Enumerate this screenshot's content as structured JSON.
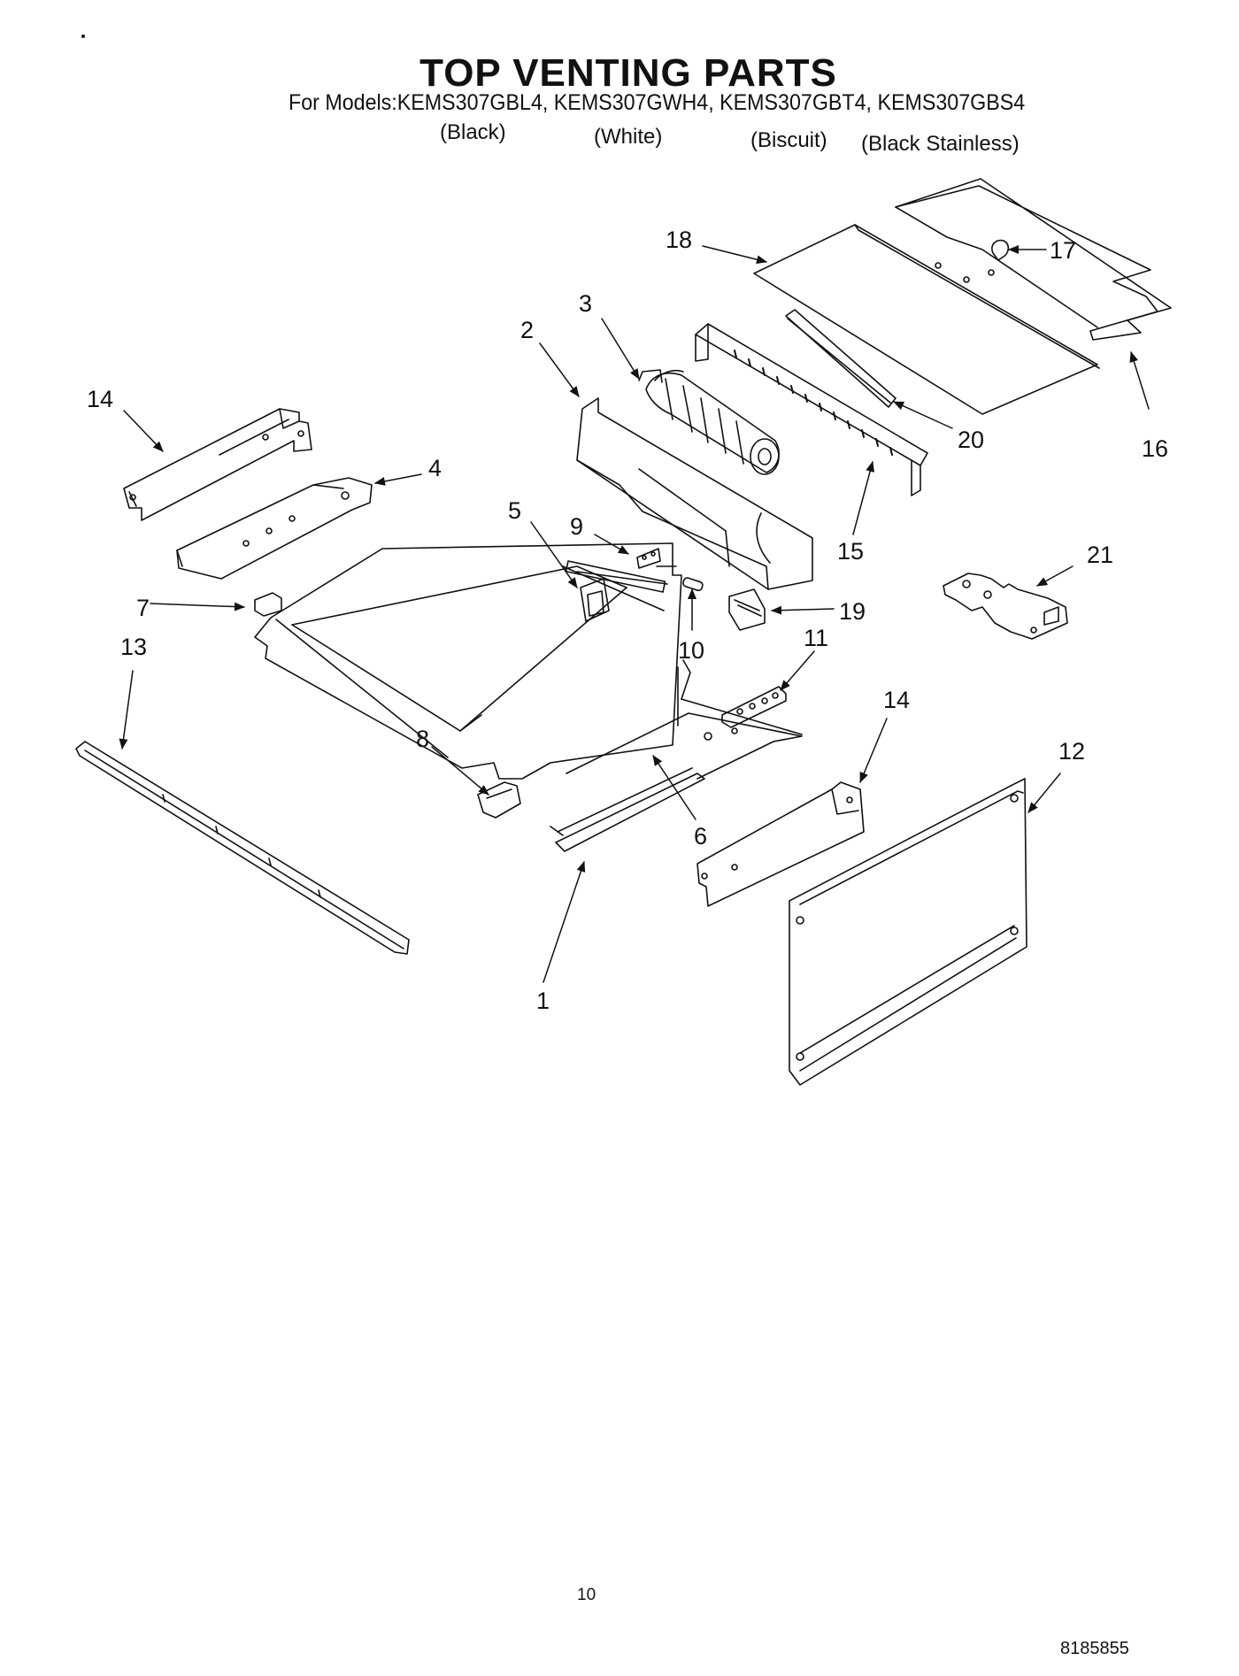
{
  "header": {
    "title": "TOP VENTING PARTS",
    "models_line": "For Models:KEMS307GBL4, KEMS307GWH4, KEMS307GBT4, KEMS307GBS4",
    "colors": [
      "(Black)",
      "(White)",
      "(Biscuit)",
      "(Black Stainless)"
    ]
  },
  "callouts": [
    "1",
    "2",
    "3",
    "4",
    "5",
    "6",
    "7",
    "8",
    "9",
    "10",
    "11",
    "12",
    "13",
    "14",
    "14",
    "15",
    "16",
    "17",
    "18",
    "19",
    "20",
    "21"
  ],
  "footer": {
    "page_number": "10",
    "document_number": "8185855"
  },
  "colors": {
    "line": "#111111",
    "background": "#ffffff"
  }
}
